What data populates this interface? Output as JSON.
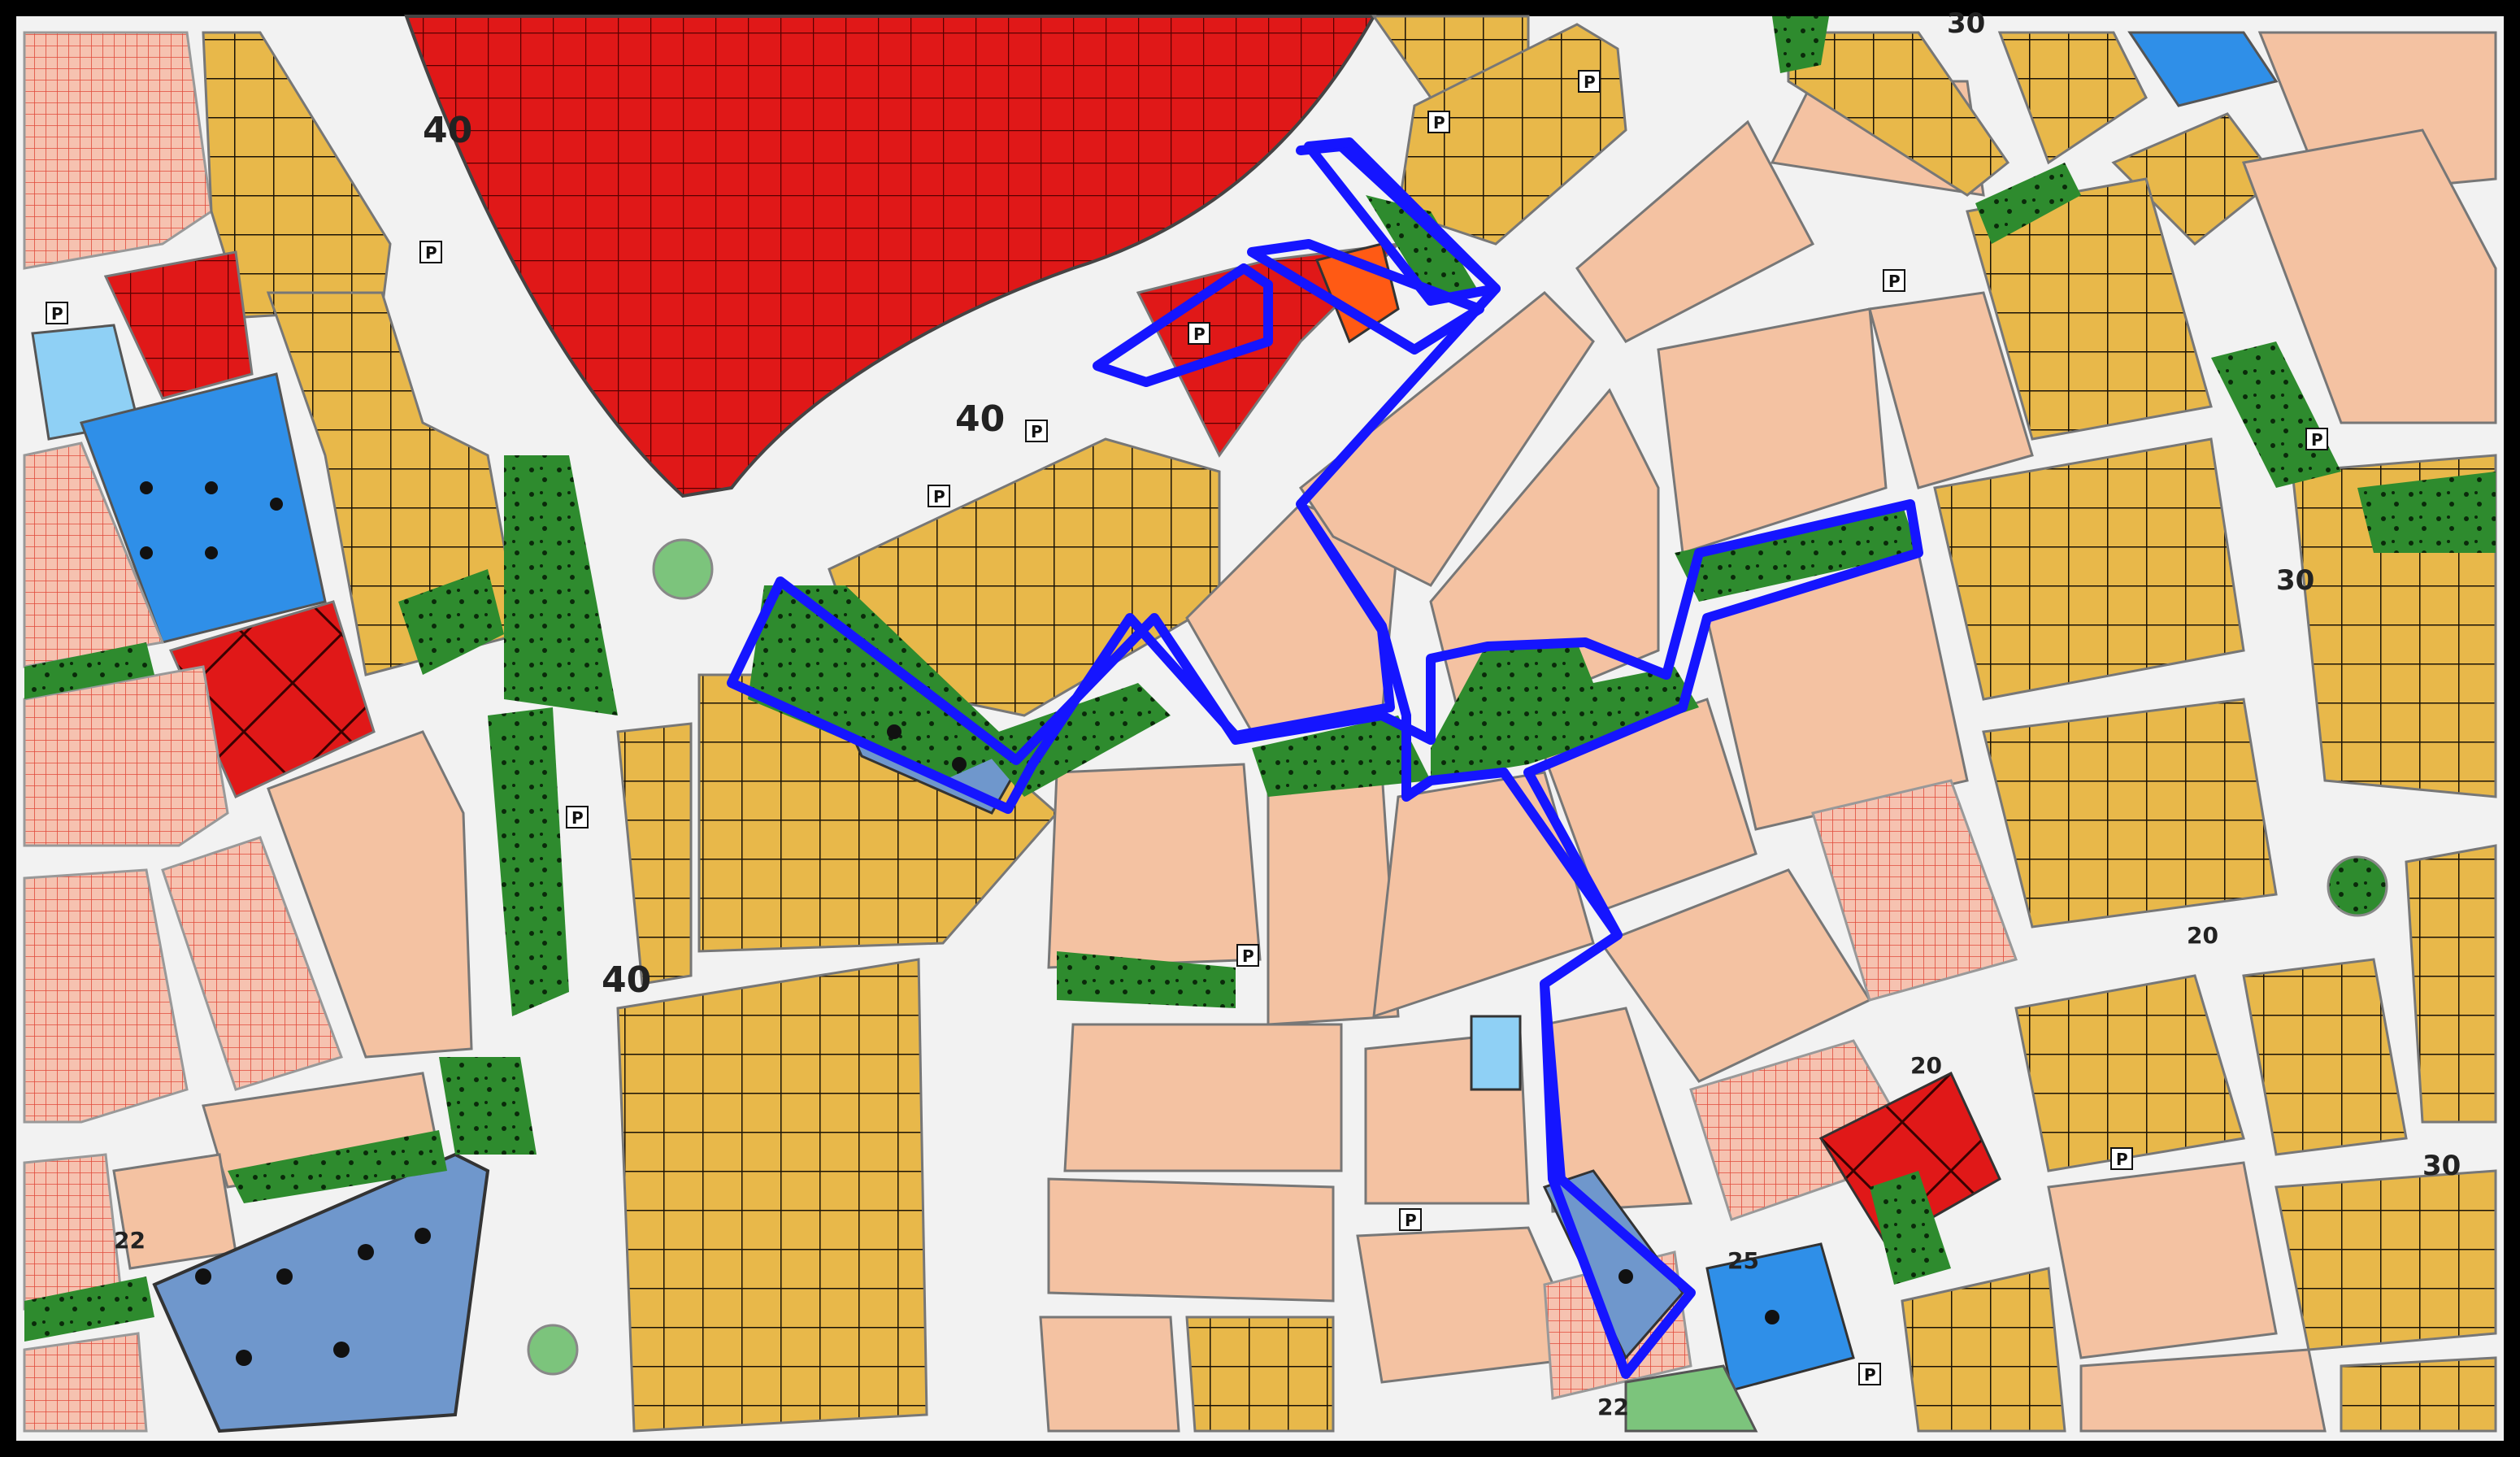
{
  "map": {
    "colors": {
      "road": "#f2f2f2",
      "road_edge": "#9a9a9a",
      "residential_yellow": "#e8b84a",
      "residential_pink": "#f4c2a2",
      "commercial_red": "#e01818",
      "hatched_red": "#f0a090",
      "park_green": "#2e8b2e",
      "strip_green": "#7cc47c",
      "public_blue": "#2f8fe8",
      "public_lightblue": "#8fd0f5",
      "public_steel": "#6f97cc",
      "orange_plot": "#ff5a14",
      "boundary_blue": "#1515ff",
      "frame": "#000000"
    },
    "road_labels": [
      {
        "id": "road-40-nw",
        "text": "40"
      },
      {
        "id": "road-40-center",
        "text": "40"
      },
      {
        "id": "road-40-sw",
        "text": "40"
      },
      {
        "id": "road-30-ne",
        "text": "30"
      },
      {
        "id": "road-30-e",
        "text": "30"
      },
      {
        "id": "road-30-se",
        "text": "30"
      },
      {
        "id": "road-22-w",
        "text": "22"
      },
      {
        "id": "road-22-s",
        "text": "22"
      },
      {
        "id": "road-25-se",
        "text": "25"
      },
      {
        "id": "road-20-se",
        "text": "20"
      },
      {
        "id": "road-20-e",
        "text": "20"
      }
    ],
    "parking_label": "P",
    "parking_spots": 14,
    "icons": [
      "tree-dot-icon",
      "parking-icon",
      "landmark-icon"
    ]
  }
}
